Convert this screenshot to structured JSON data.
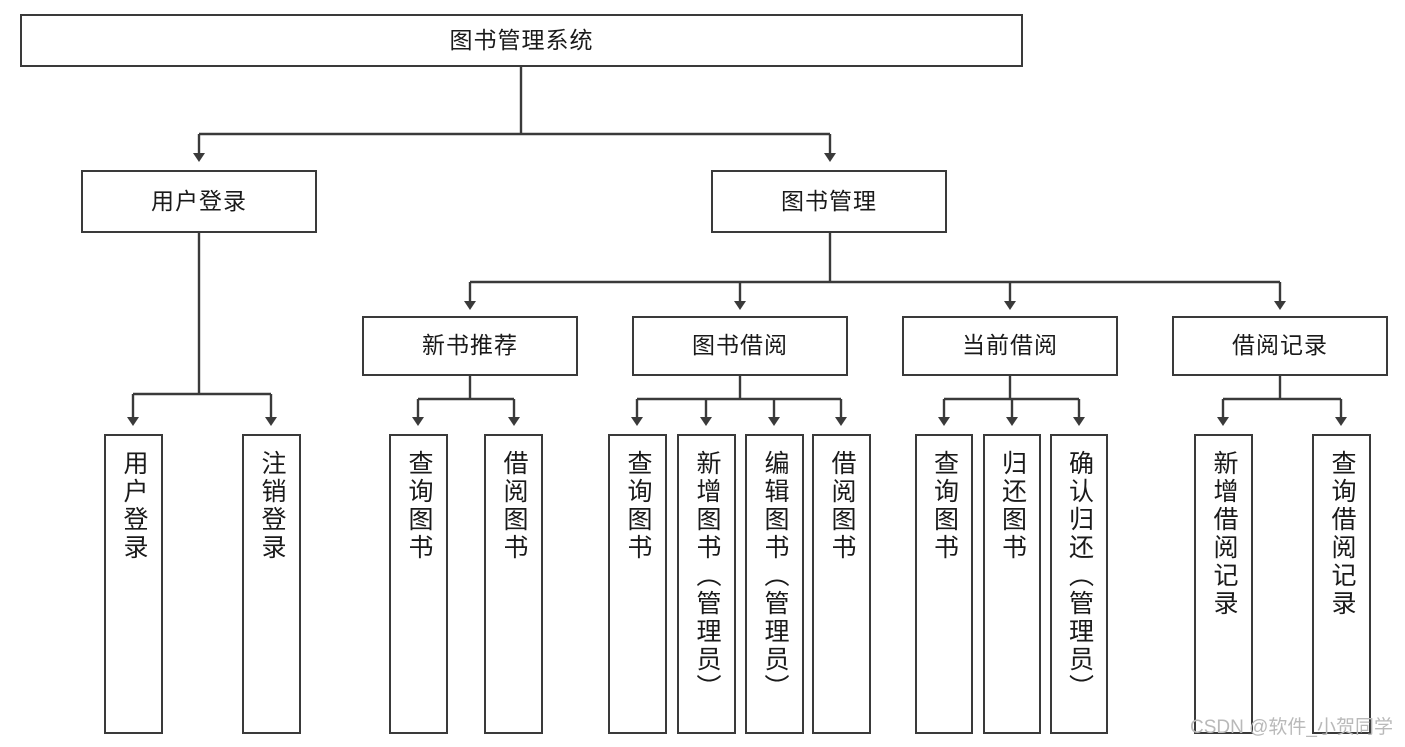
{
  "diagram": {
    "type": "tree",
    "title": "图书管理系统",
    "orientation": "top-down",
    "colors": {
      "box_border": "#3a3a3a",
      "box_fill": "#ffffff",
      "edge": "#3a3a3a",
      "text": "#1a1a1a",
      "watermark": "#b9b9b9",
      "background": "#ffffff"
    },
    "root": {
      "label": "图书管理系统"
    },
    "level2": [
      {
        "label": "用户登录"
      },
      {
        "label": "图书管理"
      }
    ],
    "level3": [
      {
        "label": "新书推荐"
      },
      {
        "label": "图书借阅"
      },
      {
        "label": "当前借阅"
      },
      {
        "label": "借阅记录"
      }
    ],
    "leaves": {
      "user_login": [
        {
          "label": "用户登录"
        },
        {
          "label": "注销登录"
        }
      ],
      "new_book": [
        {
          "label": "查询图书"
        },
        {
          "label": "借阅图书"
        }
      ],
      "book_borrow": [
        {
          "label": "查询图书"
        },
        {
          "label": "新增图书（管理员）"
        },
        {
          "label": "编辑图书（管理员）"
        },
        {
          "label": "借阅图书"
        }
      ],
      "current_borrow": [
        {
          "label": "查询图书"
        },
        {
          "label": "归还图书"
        },
        {
          "label": "确认归还（管理员）"
        }
      ],
      "borrow_record": [
        {
          "label": "新增借阅记录"
        },
        {
          "label": "查询借阅记录"
        }
      ]
    },
    "watermark": "CSDN @软件_小贺同学"
  }
}
